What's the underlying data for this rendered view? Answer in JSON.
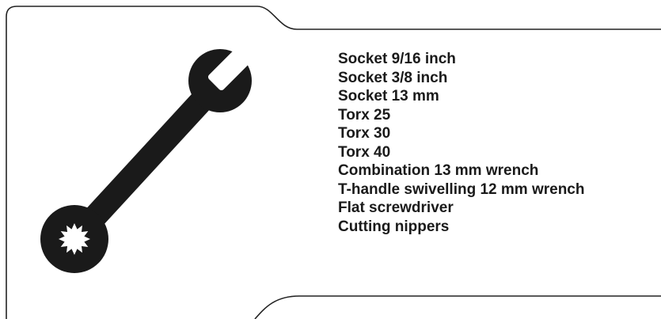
{
  "tools": [
    "Socket 9/16 inch",
    "Socket 3/8 inch",
    "Socket 13 mm",
    "Torx 25",
    "Torx 30",
    "Torx 40",
    "Combination 13 mm wrench",
    "T-handle swivelling 12 mm wrench",
    "Flat screwdriver",
    "Cutting nippers"
  ],
  "icons": {
    "main": "wrench-icon"
  },
  "colors": {
    "ink": "#1a1a1a",
    "frame": "#222222",
    "background": "#ffffff"
  }
}
